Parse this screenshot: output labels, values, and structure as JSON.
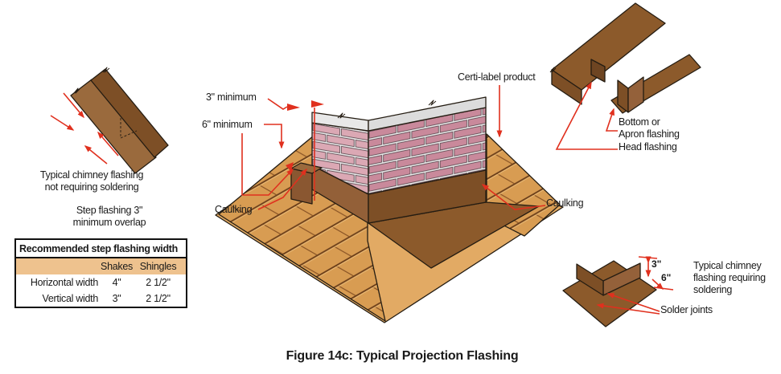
{
  "page": {
    "background": "#ffffff"
  },
  "caption": {
    "text": "Figure 14c: Typical Projection Flashing"
  },
  "colors": {
    "leader_red": "#e0301e",
    "roof_underlay_tan": "#e2aa64",
    "shingle_tan": "#d89c52",
    "flashing_brown": "#8c5a2b",
    "flashing_brown_dark": "#7d4f26",
    "brick_pink": "#c9899b",
    "mortar_gray": "#e9e9e9",
    "chimney_cap_gray": "#e6e6e6",
    "table_header_tan": "#eec28e",
    "outline_dark": "#241c12"
  },
  "left_diagram": {
    "caption_line1": "Typical chimney flashing",
    "caption_line2": "not requiring soldering",
    "note_line1": "Step flashing 3\"",
    "note_line2": "minimum overlap"
  },
  "table": {
    "title": "Recommended step flashing width",
    "col_shakes": "Shakes",
    "col_shingles": "Shingles",
    "rows": [
      {
        "label": "Horizontal width",
        "shakes": "4\"",
        "shingles": "2 1/2\""
      },
      {
        "label": "Vertical width",
        "shakes": "3\"",
        "shingles": "2 1/2\""
      }
    ]
  },
  "center_diagram": {
    "label_3_minimum": "3\" minimum",
    "label_6_minimum": "6\" minimum",
    "label_caulking_left": "Caulking",
    "label_certi_label": "Certi-label product",
    "label_caulking_right": "Caulking"
  },
  "top_right_diagram": {
    "label_apron_line1": "Bottom or",
    "label_apron_line2": "Apron flashing",
    "label_head": "Head flashing"
  },
  "bottom_right_diagram": {
    "dim_3": "3\"",
    "dim_6": "6\"",
    "caption_line1": "Typical chimney",
    "caption_line2": "flashing requiring",
    "caption_line3": "soldering",
    "label_solder_joints": "Solder joints"
  }
}
